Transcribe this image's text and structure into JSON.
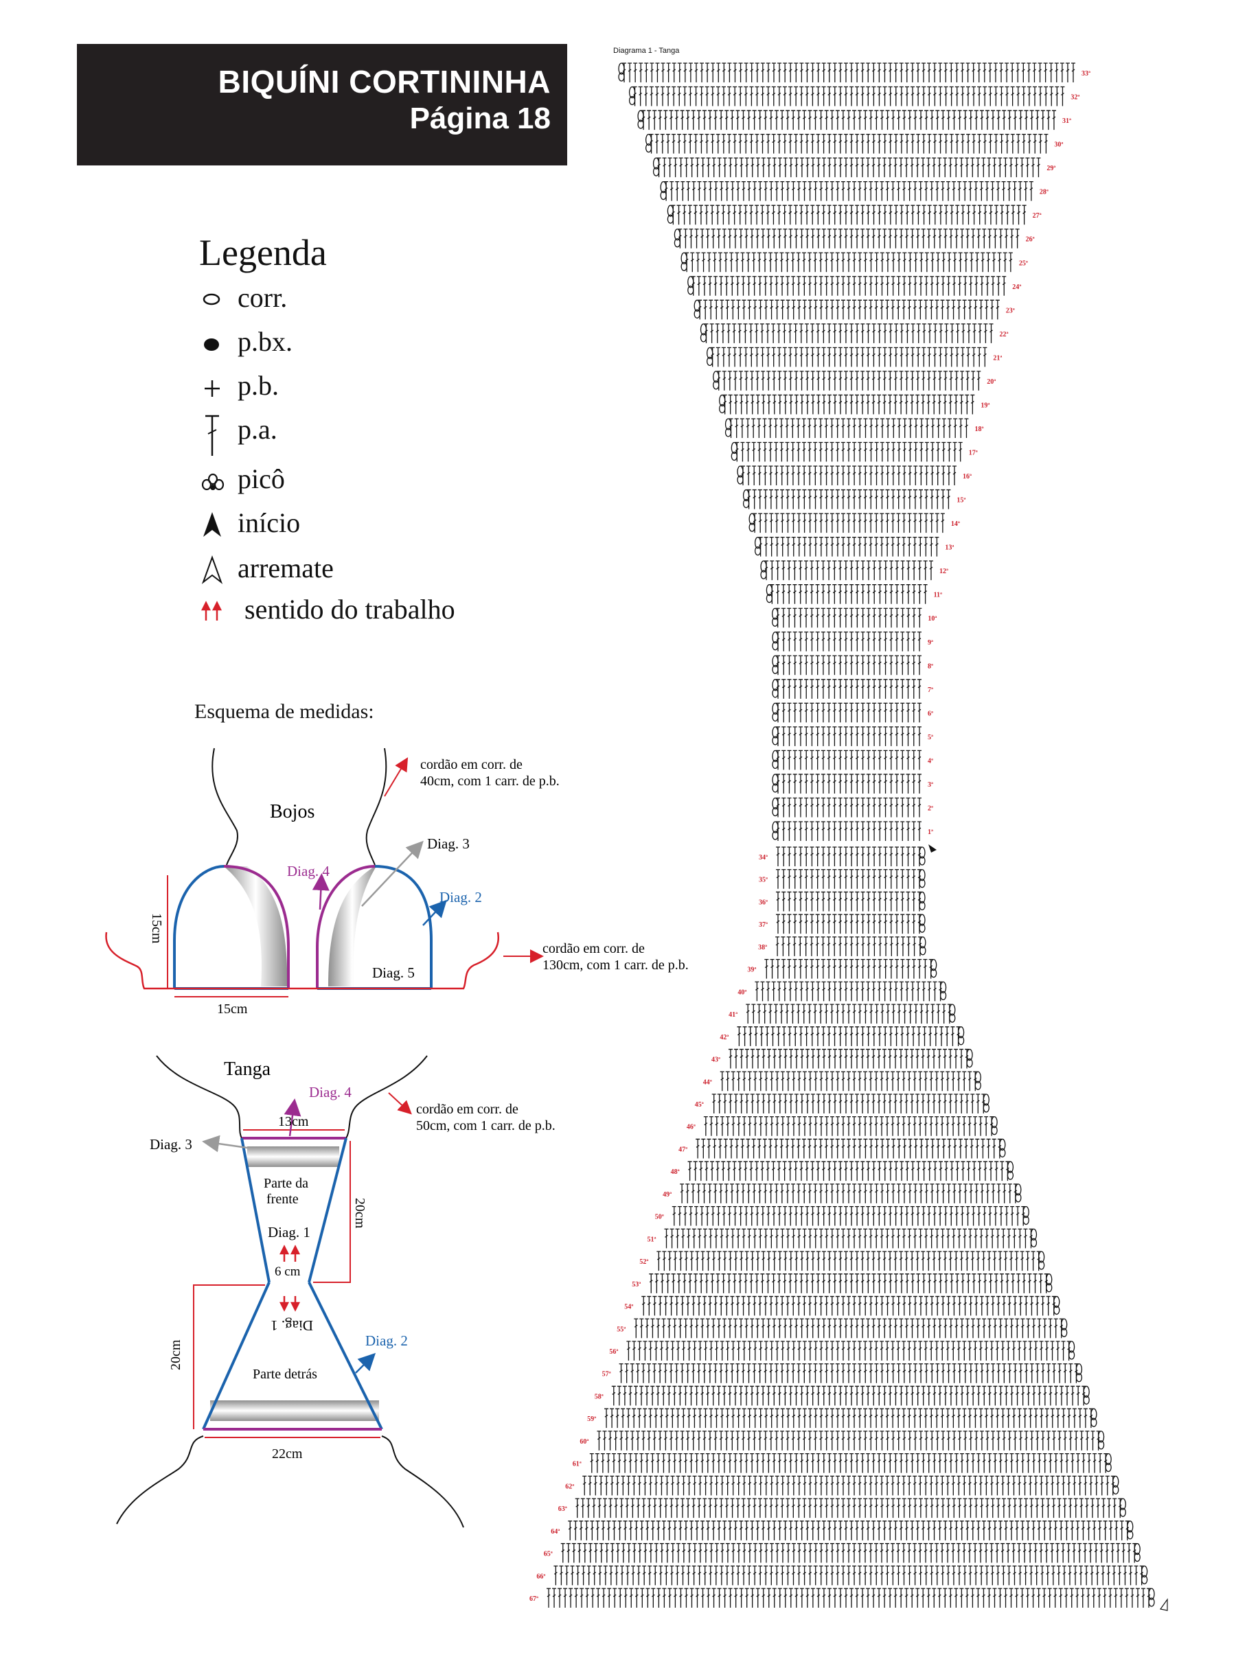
{
  "header": {
    "title": "BIQUÍNI CORTININHA",
    "page": "Página 18"
  },
  "legend": {
    "title": "Legenda",
    "items": [
      {
        "icon": "chain-oval-icon",
        "label": "corr."
      },
      {
        "icon": "slip-stitch-dot-icon",
        "label": "p.bx."
      },
      {
        "icon": "single-crochet-cross-icon",
        "label": "p.b."
      },
      {
        "icon": "double-crochet-t-icon",
        "label": "p.a."
      },
      {
        "icon": "picot-icon",
        "label": "picô"
      },
      {
        "icon": "start-arrow-filled-icon",
        "label": "início"
      },
      {
        "icon": "finish-arrow-outline-icon",
        "label": "arremate"
      },
      {
        "icon": "direction-arrows-icon",
        "label": "sentido do trabalho"
      }
    ]
  },
  "schema": {
    "title": "Esquema de medidas:",
    "bojos": {
      "label": "Bojos",
      "cord_top": [
        "cordão em corr. de",
        "40cm, com 1 carr. de p.b."
      ],
      "cord_side": [
        "cordão em corr. de",
        "130cm, com 1 carr. de p.b."
      ],
      "diag2": "Diag. 2",
      "diag3": "Diag. 3",
      "diag4": "Diag. 4",
      "diag5": "Diag. 5",
      "height": "15cm",
      "width": "15cm"
    },
    "tanga": {
      "label": "Tanga",
      "cord": [
        "cordão em corr. de",
        "50cm, com 1 carr. de p.b."
      ],
      "diag4": "Diag. 4",
      "diag3": "Diag. 3",
      "diag2": "Diag. 2",
      "diag1": "Diag. 1",
      "diag1_flipped": "Diag. 1",
      "top_width": "13cm",
      "front_height": "20cm",
      "front_label": [
        "Parte da",
        "frente"
      ],
      "narrow": "6 cm",
      "back_height": "20cm",
      "back_label": "Parte detrás",
      "bottom_width": "22cm"
    }
  },
  "diagram1": {
    "title": "Diagrama 1 - Tanga",
    "rows_top": [
      "33ª",
      "32ª",
      "31ª",
      "30ª",
      "29ª",
      "28ª",
      "27ª",
      "26ª",
      "25ª",
      "24ª",
      "23ª",
      "22ª",
      "21ª",
      "20ª",
      "19ª",
      "18ª",
      "17ª",
      "16ª",
      "15ª",
      "14ª",
      "13ª",
      "12ª",
      "11ª",
      "10ª",
      "9ª",
      "8ª",
      "7ª",
      "6ª",
      "5ª",
      "4ª",
      "3ª",
      "2ª",
      "1ª"
    ],
    "rows_bottom": [
      "34ª",
      "35ª",
      "36ª",
      "37ª",
      "38ª",
      "39ª",
      "40ª",
      "41ª",
      "42ª",
      "43ª",
      "44ª",
      "45ª",
      "46ª",
      "47ª",
      "48ª",
      "49ª",
      "50ª",
      "51ª",
      "52ª",
      "53ª",
      "54ª",
      "55ª",
      "56ª",
      "57ª",
      "58ª",
      "59ª",
      "60ª",
      "61ª",
      "62ª",
      "63ª",
      "64ª",
      "65ª",
      "66ª",
      "67ª"
    ],
    "colors": {
      "row_number": "#cc1f2b",
      "stitch": "#111111"
    }
  },
  "colors": {
    "blue": "#1b63ad",
    "magenta": "#9b2b8f",
    "red": "#d7202a",
    "gray": "#9a9a9a",
    "header_bg": "#231f20"
  }
}
